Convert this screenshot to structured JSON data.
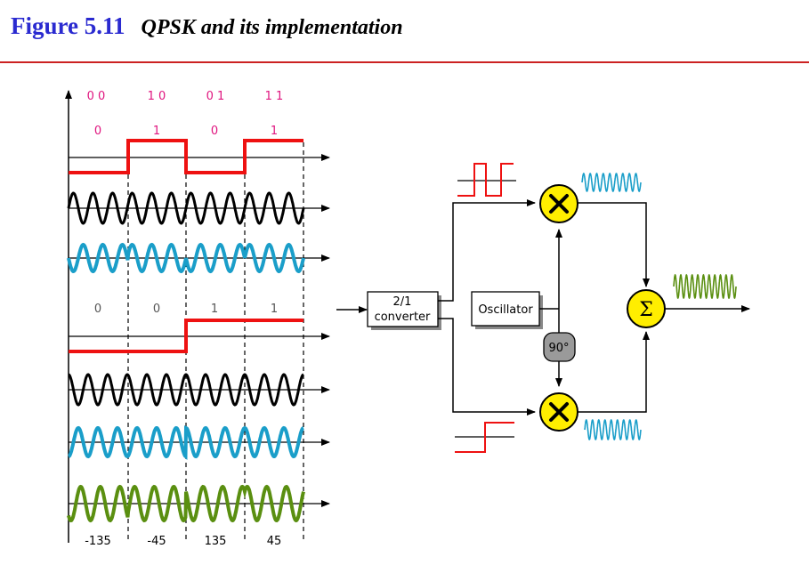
{
  "figure": {
    "number": "Figure 5.11",
    "caption": "QPSK and its implementation"
  },
  "timing": {
    "bit_pairs": [
      "0 0",
      "1 0",
      "0 1",
      "1 1"
    ],
    "i_bits": [
      "0",
      "1",
      "0",
      "1"
    ],
    "q_bits": [
      "0",
      "0",
      "1",
      "1"
    ],
    "phases": [
      "-135",
      "-45",
      "135",
      "45"
    ]
  },
  "block_diagram": {
    "converter_line1": "2/1",
    "converter_line2": "converter",
    "oscillator": "Oscillator",
    "phase_shift": "90°",
    "multiply_symbol": "✕",
    "sum_symbol": "Σ"
  },
  "colors": {
    "title_blue": "#2a2ad0",
    "rule_red": "#cc2222",
    "signal_red": "#ee1111",
    "carrier_black": "#000000",
    "carrier_blue": "#1a9ec9",
    "qpsk_green": "#5a8f10",
    "label_pink": "#e0157f",
    "label_gray": "#555555",
    "mixer_yellow": "#ffee00",
    "phase_gray": "#9a9a9a"
  }
}
